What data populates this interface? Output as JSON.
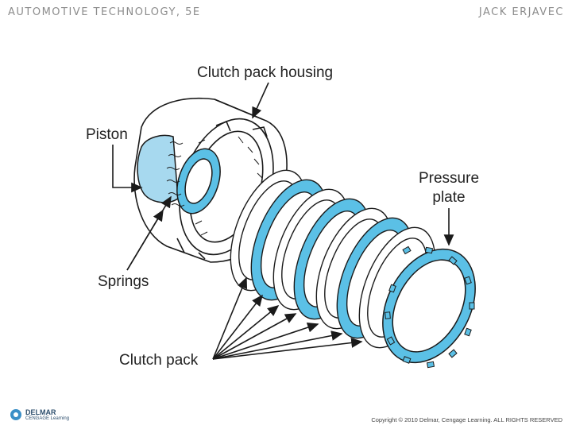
{
  "header": {
    "left": "AUTOMOTIVE TECHNOLOGY, 5E",
    "right": "JACK ERJAVEC"
  },
  "labels": {
    "clutch_pack_housing": "Clutch pack housing",
    "piston": "Piston",
    "pressure_plate_line1": "Pressure",
    "pressure_plate_line2": "plate",
    "springs": "Springs",
    "clutch_pack": "Clutch pack"
  },
  "footer": {
    "logo_name": "DELMAR",
    "logo_sub": "CENGAGE Learning",
    "copyright": "Copyright © 2010 Delmar, Cengage Learning. ALL RIGHTS RESERVED"
  },
  "colors": {
    "accent_blue": "#5bc0e6",
    "line": "#1a1a1a"
  }
}
